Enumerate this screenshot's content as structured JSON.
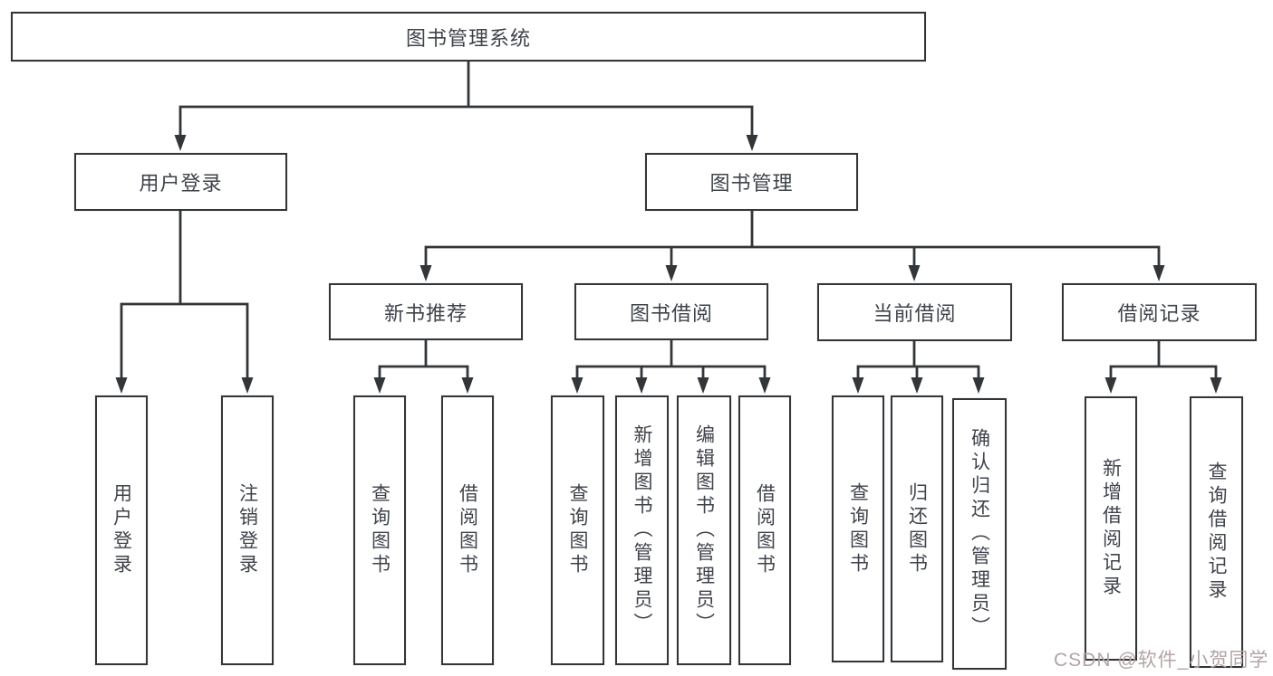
{
  "diagram": {
    "root": {
      "label": "图书管理系统"
    },
    "level2": [
      {
        "label": "用户登录"
      },
      {
        "label": "图书管理"
      }
    ],
    "level3": [
      {
        "label": "新书推荐"
      },
      {
        "label": "图书借阅"
      },
      {
        "label": "当前借阅"
      },
      {
        "label": "借阅记录"
      }
    ],
    "leaves": [
      {
        "label": "用户登录"
      },
      {
        "label": "注销登录"
      },
      {
        "label": "查询图书"
      },
      {
        "label": "借阅图书"
      },
      {
        "label": "查询图书"
      },
      {
        "label": "新增图书（管理员）"
      },
      {
        "label": "编辑图书（管理员）"
      },
      {
        "label": "借阅图书"
      },
      {
        "label": "查询图书"
      },
      {
        "label": "归还图书"
      },
      {
        "label": "确认归还（管理员）"
      },
      {
        "label": "新增借阅记录"
      },
      {
        "label": "查询借阅记录"
      }
    ],
    "colors": {
      "line": "#333639",
      "text": "#3f434b",
      "background": "#ffffff",
      "watermark": "#b3a4a4"
    }
  },
  "watermark": {
    "text": "CSDN @软件_小贺同学"
  }
}
